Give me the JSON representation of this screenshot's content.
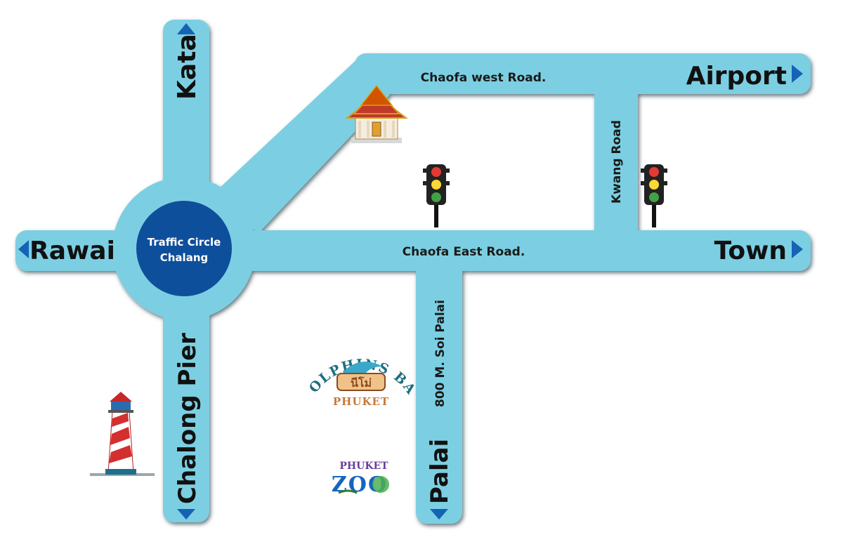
{
  "colors": {
    "road": "#7ccfe2",
    "road_shadow": "#3c5a66",
    "circle": "#0e4f9c",
    "arrow": "#1463b5",
    "text": "#111111"
  },
  "destinations": {
    "kata": "Kata",
    "airport": "Airport",
    "rawai": "Rawai",
    "town": "Town",
    "chalong_pier": "Chalong Pier",
    "palai": "Palai"
  },
  "roads": {
    "chaofa_west": "Chaofa west Road.",
    "chaofa_east": "Chaofa East Road.",
    "kwang": "Kwang Road",
    "soi_palai": "800 M.  Soi Palai"
  },
  "traffic_circle": {
    "line1": "Traffic Circle",
    "line2": "Chalang"
  },
  "landmarks": {
    "temple": {
      "icon": "temple-icon"
    },
    "lighthouse": {
      "icon": "lighthouse-icon"
    },
    "dolphins_bay": {
      "line1": "DOLPHINS BAY",
      "thai": "นีโม่",
      "line2": "PHUKET"
    },
    "phuket_zoo": {
      "line1": "PHUKET",
      "line2": "ZOO"
    },
    "traffic_lights": [
      "traffic-light-icon",
      "traffic-light-icon"
    ]
  }
}
